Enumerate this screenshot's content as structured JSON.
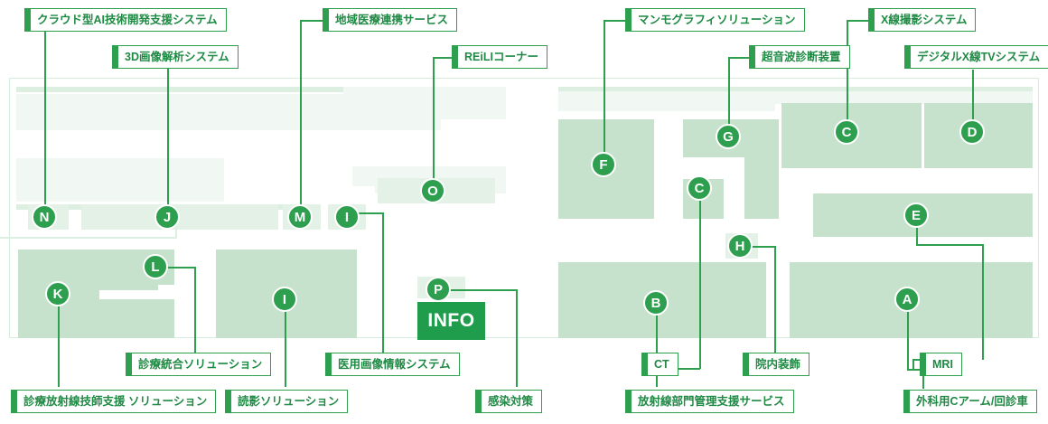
{
  "title": "hospital-floor-plan-map",
  "theme": {
    "accent": "#2e9e4f",
    "marker_fill": "#2e9e4f",
    "room_fill": "#c6e2cc",
    "room_fill_pale": "#eaf5ec",
    "frame_border": "#d8ecdd",
    "info_fill": "#1f9d4d",
    "label_text": "#1f8a44"
  },
  "info_block": {
    "label": "INFO"
  },
  "markers": [
    {
      "id": "N",
      "letter": "N"
    },
    {
      "id": "J",
      "letter": "J"
    },
    {
      "id": "M",
      "letter": "M"
    },
    {
      "id": "I-top",
      "letter": "I"
    },
    {
      "id": "O",
      "letter": "O"
    },
    {
      "id": "K",
      "letter": "K"
    },
    {
      "id": "L",
      "letter": "L"
    },
    {
      "id": "I-mid",
      "letter": "I"
    },
    {
      "id": "P",
      "letter": "P"
    },
    {
      "id": "F",
      "letter": "F"
    },
    {
      "id": "G",
      "letter": "G"
    },
    {
      "id": "C-upper",
      "letter": "C"
    },
    {
      "id": "D",
      "letter": "D"
    },
    {
      "id": "C-lower",
      "letter": "C"
    },
    {
      "id": "E",
      "letter": "E"
    },
    {
      "id": "H",
      "letter": "H"
    },
    {
      "id": "B",
      "letter": "B"
    },
    {
      "id": "A",
      "letter": "A"
    }
  ],
  "callouts": [
    {
      "id": "cloud-ai",
      "text": "クラウド型AI技術開発支援システム"
    },
    {
      "id": "3d-image",
      "text": "3D画像解析システム"
    },
    {
      "id": "regional-care",
      "text": "地域医療連携サービス"
    },
    {
      "id": "reili-corner",
      "text": "REiLIコーナー"
    },
    {
      "id": "mammography",
      "text": "マンモグラフィソリューション"
    },
    {
      "id": "ultrasound",
      "text": "超音波診断装置"
    },
    {
      "id": "xray-system",
      "text": "X線撮影システム"
    },
    {
      "id": "digital-xray-tv",
      "text": "デジタルX線TVシステム"
    },
    {
      "id": "care-integration",
      "text": "診療統合ソリューション"
    },
    {
      "id": "medical-imaging",
      "text": "医用画像情報システム"
    },
    {
      "id": "radiographer",
      "text": "診療放射線技師支援 ソリューション"
    },
    {
      "id": "reading",
      "text": "読影ソリューション"
    },
    {
      "id": "infection",
      "text": "感染対策"
    },
    {
      "id": "ct",
      "text": "CT"
    },
    {
      "id": "interior",
      "text": "院内装飾"
    },
    {
      "id": "radiology-mgmt",
      "text": "放射線部門管理支援サービス"
    },
    {
      "id": "mri",
      "text": "MRI"
    },
    {
      "id": "c-arm",
      "text": "外科用Cアーム/回診車"
    }
  ]
}
